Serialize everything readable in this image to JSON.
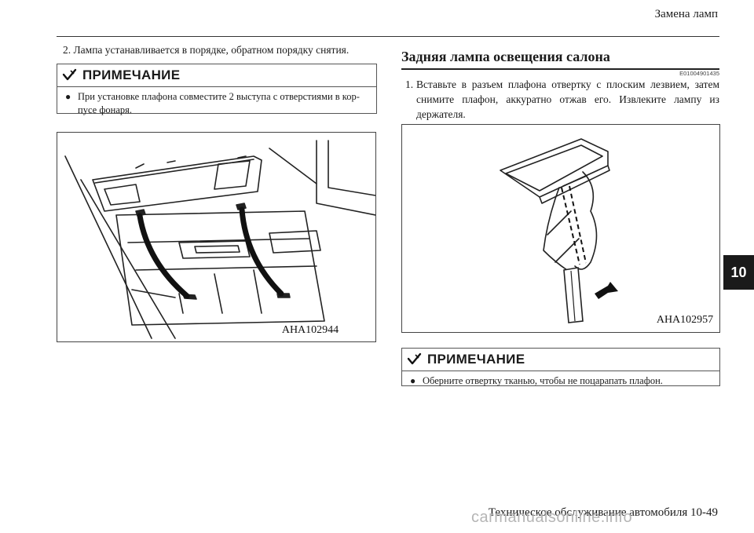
{
  "header": {
    "title": "Замена ламп"
  },
  "left": {
    "step_text": "2. Лампа устанавливается в порядке, обратном порядку снятия.",
    "note": {
      "title": "ПРИМЕЧАНИЕ",
      "bullet": "●",
      "text": "При установке плафона совместите 2 выступа с отверстиями в кор-пусе фонаря."
    },
    "figure": {
      "code": "AHA102944"
    }
  },
  "right": {
    "section_title": "Задняя лампа освещения салона",
    "section_code": "E01004901435",
    "step_num": "1.",
    "step_text": "Вставьте в разъем плафона отвертку с плоским лезвием, затем снимите плафон, аккуратно отжав его. Извлеките лампу из держателя.",
    "figure": {
      "code": "AHA102957"
    },
    "note": {
      "title": "ПРИМЕЧАНИЕ",
      "bullet": "●",
      "text": "Оберните отвертку тканью, чтобы не поцарапать плафон."
    }
  },
  "tab": {
    "label": "10"
  },
  "footer": {
    "text": "Техническое обслуживание автомобиля 10-49"
  },
  "watermark": {
    "text": "carmanualsonline.info"
  }
}
